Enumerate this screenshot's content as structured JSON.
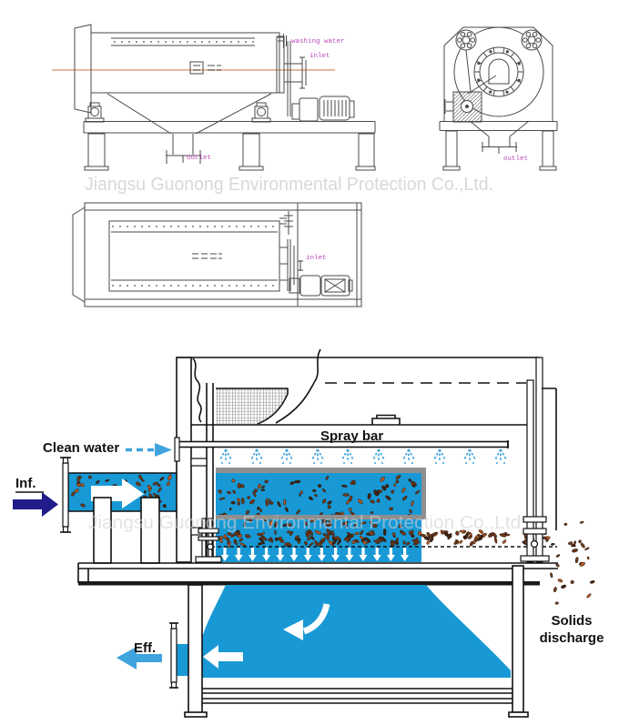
{
  "watermark": {
    "text": "Jiangsu Guonong Environmental Protection Co.,Ltd."
  },
  "engineering_views": {
    "side_view": {
      "washing_water_label": "washing water",
      "inlet_label": "inlet",
      "outlet_label": "outlet"
    },
    "end_view": {
      "outlet_label": "outlet"
    },
    "plan_view": {
      "inlet_label": "inlet"
    }
  },
  "process_diagram": {
    "clean_water_label": "Clean water",
    "influent_label": "Inf.",
    "spray_bar_label": "Spray bar",
    "effluent_label": "Eff.",
    "solids_discharge_line1": "Solids",
    "solids_discharge_line2": "discharge"
  },
  "colors": {
    "water_blue": "#1899d5",
    "spray_blue": "#3fa3dd",
    "influent_navy": "#211c8a",
    "cad_label_magenta": "#bb4cbb",
    "centerline_orange": "#dfa07a",
    "watermark_gray": "#d2d2d2",
    "solids_brown": "#6f3a1c",
    "solids_dark": "#3f2414",
    "solids_accent": "#b85a26",
    "steel_gray": "#8f8f8f"
  }
}
